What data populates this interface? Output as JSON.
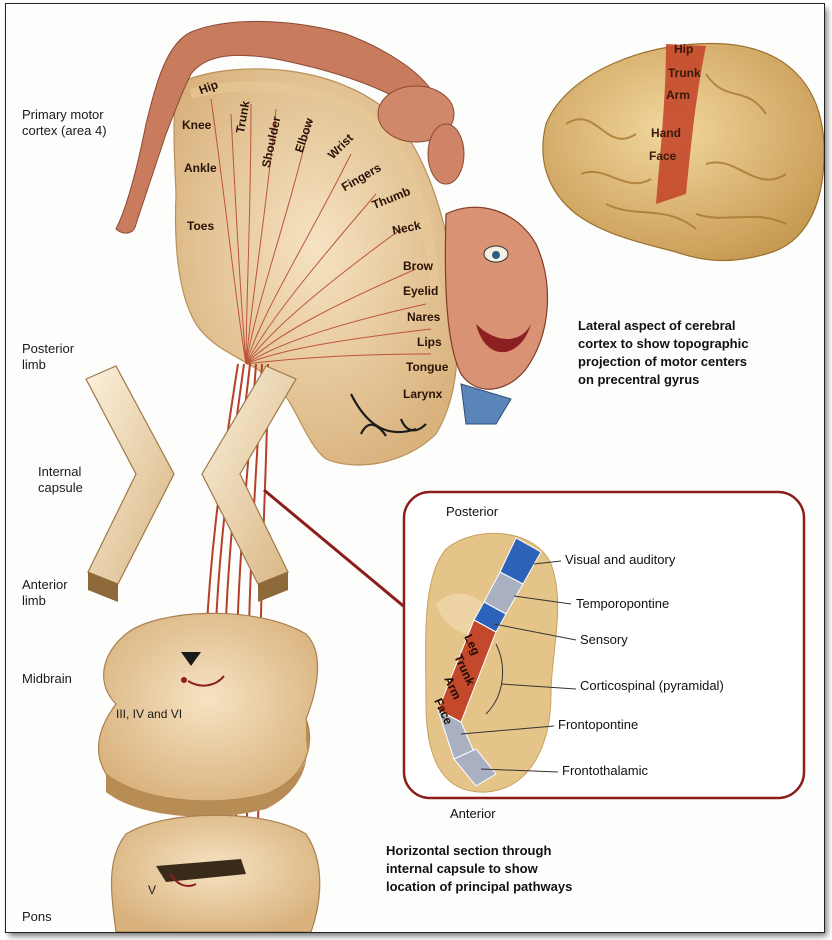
{
  "left_labels": {
    "primary_motor_cortex": [
      "Primary motor",
      "cortex (area 4)"
    ],
    "posterior_limb": [
      "Posterior",
      "limb"
    ],
    "internal_capsule": [
      "Internal",
      "capsule"
    ],
    "anterior_limb": [
      "Anterior",
      "limb"
    ],
    "midbrain": "Midbrain",
    "cranial_nerves_midbrain": "III, IV and VI",
    "cranial_nerve_pons": "V",
    "pons": "Pons"
  },
  "homunculus_labels": [
    "Hip",
    "Knee",
    "Ankle",
    "Toes",
    "Trunk",
    "Shoulder",
    "Elbow",
    "Wrist",
    "Fingers",
    "Thumb",
    "Neck",
    "Brow",
    "Eyelid",
    "Nares",
    "Lips",
    "Tongue",
    "Larynx"
  ],
  "brain_labels": [
    "Hip",
    "Trunk",
    "Arm",
    "Hand",
    "Face"
  ],
  "lateral_caption": [
    "Lateral aspect of cerebral",
    "cortex to show topographic",
    "projection of motor centers",
    "on precentral gyrus"
  ],
  "inset": {
    "top": "Posterior",
    "bottom": "Anterior",
    "band_labels": [
      "Leg",
      "Trunk",
      "Arm",
      "Face"
    ],
    "callouts": [
      "Visual and auditory",
      "Temporopontine",
      "Sensory",
      "Corticospinal (pyramidal)",
      "Frontopontine",
      "Frontothalamic"
    ]
  },
  "horizontal_caption": [
    "Horizontal section through",
    "internal capsule to show",
    "location of principal pathways"
  ],
  "colors": {
    "tissue": "#ecd2a6",
    "tissue_dark": "#c9a06a",
    "tract_red": "#b5402a",
    "inset_border": "#8b1e1a",
    "blue_band": "#2c63b8",
    "gray_band": "#a8b0c2"
  }
}
